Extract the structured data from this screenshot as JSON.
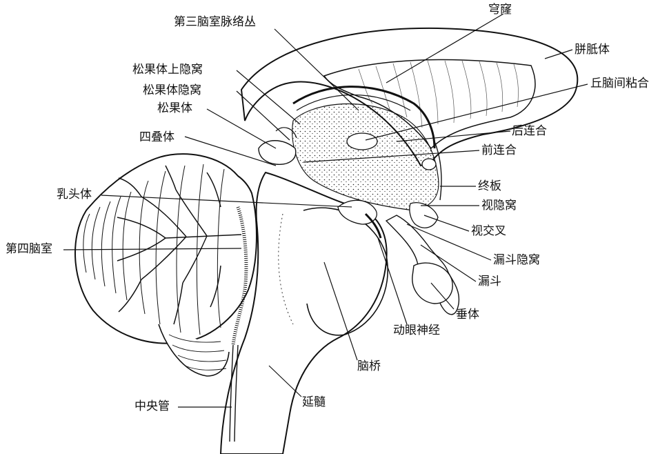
{
  "labels": {
    "third_ventricle_choroid_plexus": "第三脑室脉络丛",
    "fornix": "穹窿",
    "corpus_callosum": "胼胝体",
    "interthalamic_adhesion": "丘脑间粘合",
    "suprapineal_recess": "松果体上隐窝",
    "pineal_recess": "松果体隐窝",
    "pineal_body": "松果体",
    "posterior_commissure": "后连合",
    "quadrigeminal_body": "四叠体",
    "anterior_commissure": "前连合",
    "lamina_terminalis": "终板",
    "mammillary_body": "乳头体",
    "optic_recess": "视隐窝",
    "optic_chiasm": "视交叉",
    "fourth_ventricle": "第四脑室",
    "infundibular_recess": "漏斗隐窝",
    "infundibulum": "漏斗",
    "hypophysis": "垂体",
    "oculomotor_nerve": "动眼神经",
    "pons": "脑桥",
    "medulla_oblongata": "延髓",
    "central_canal": "中央管"
  },
  "colors": {
    "ink": "#111111",
    "background": "#ffffff"
  }
}
